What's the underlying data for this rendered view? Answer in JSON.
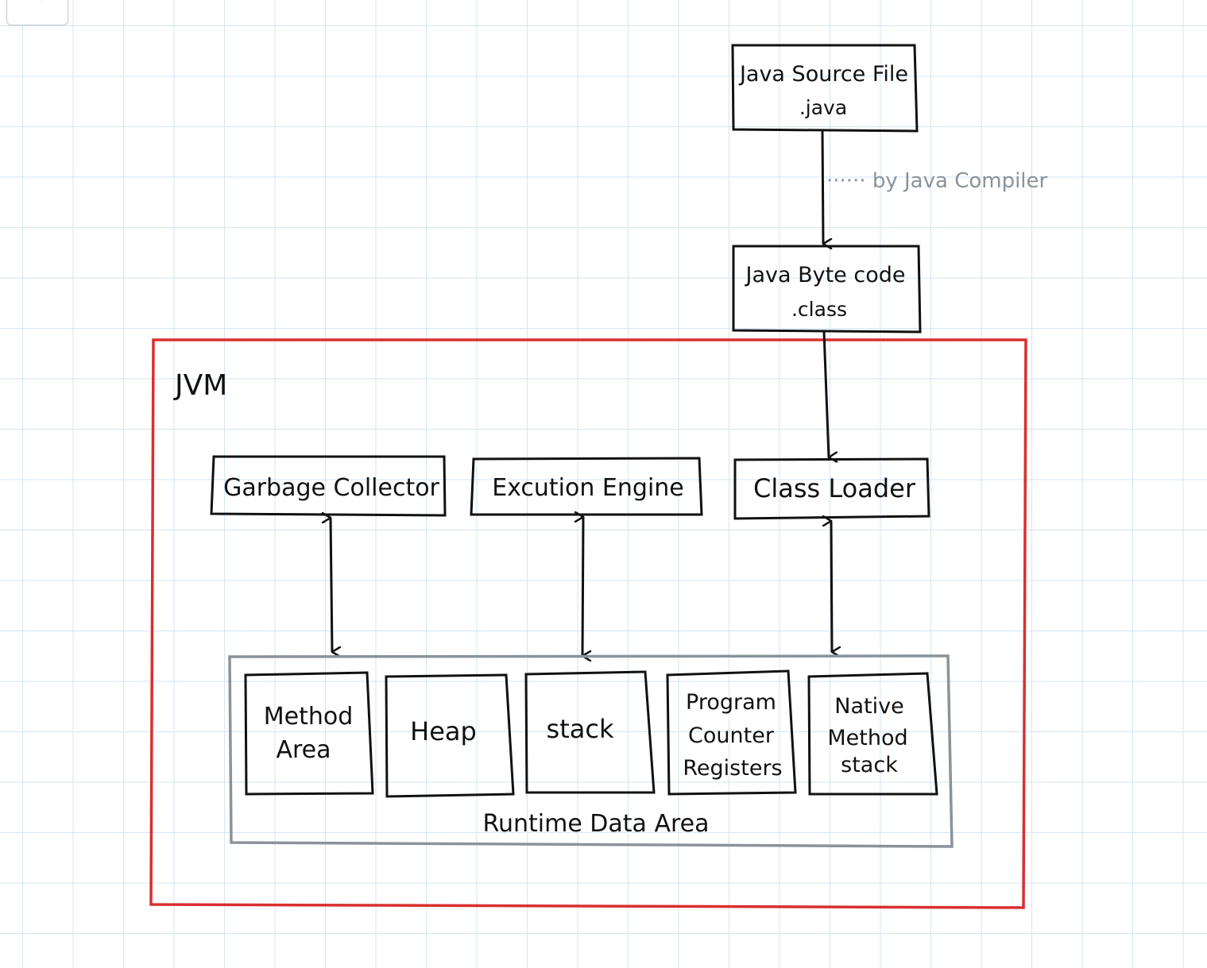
{
  "nav": {
    "back_icon": "chevron-left-icon"
  },
  "diagram": {
    "source_file": {
      "line1": "Java Source File",
      "line2": ".java"
    },
    "compiler_note": "······ by Java Compiler",
    "byte_code": {
      "line1": "Java Byte code",
      "line2": ".class"
    },
    "jvm_label": "JVM",
    "garbage_collector": "Garbage Collector",
    "execution_engine": "Excution Engine",
    "class_loader": "Class Loader",
    "runtime_label": "Runtime Data Area",
    "areas": {
      "method_area": {
        "line1": "Method",
        "line2": "Area"
      },
      "heap": "Heap",
      "stack": "stack",
      "pc_registers": {
        "line1": "Program",
        "line2": "Counter",
        "line3": "Registers"
      },
      "native_stack": {
        "line1": "Native",
        "line2": "Method",
        "line3": "stack"
      }
    },
    "colors": {
      "jvm_border": "#d92f2f",
      "runtime_border": "#8b9399",
      "ink": "#111111",
      "note": "#8a9399",
      "grid": "#d4e6f3"
    }
  }
}
